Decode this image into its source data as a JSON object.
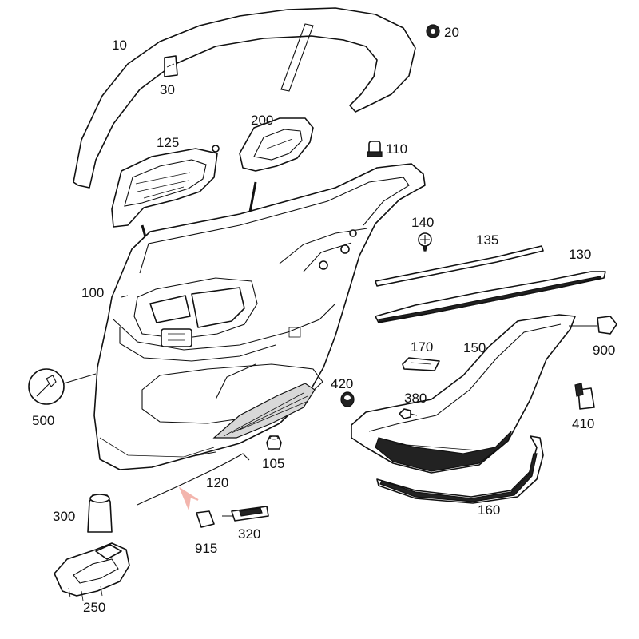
{
  "colors": {
    "line": "#111111",
    "highlight": "#e8372a",
    "highlight_arrow": "#f3b5ad"
  },
  "parts": {
    "p10": "10",
    "p20": "20",
    "p30": "30",
    "p100": "100",
    "p105": "105",
    "p110": "110",
    "p120": "120",
    "p125": "125",
    "p130": "130",
    "p135": "135",
    "p140": "140",
    "p150": "150",
    "p160": "160",
    "p170": "170",
    "p200": "200",
    "p250": "250",
    "p300": "300",
    "p320": "320",
    "p380": "380",
    "p410": "410",
    "p420": "420",
    "p500": "500",
    "p900": "900",
    "p915": "915"
  },
  "highlighted_part": "120"
}
